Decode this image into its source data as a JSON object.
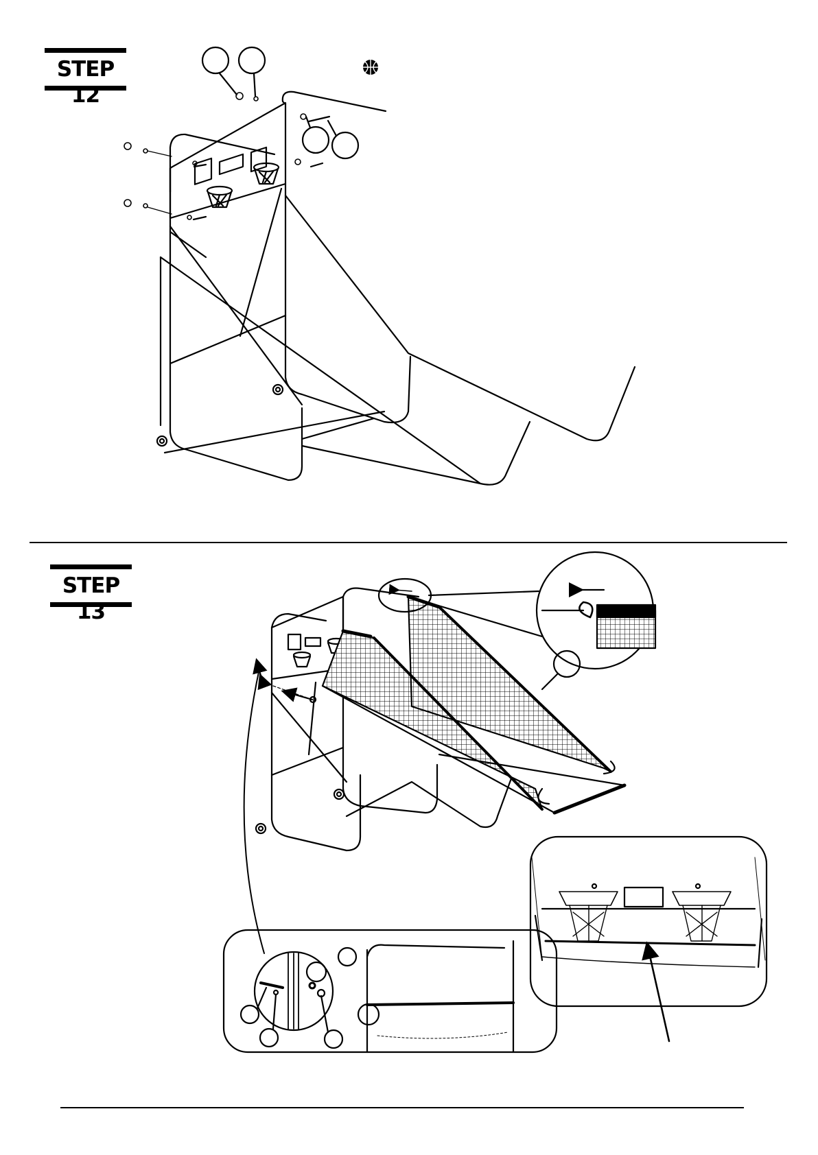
{
  "steps": [
    {
      "label": "STEP 12"
    },
    {
      "label": "STEP 13"
    }
  ],
  "icons": {
    "part_callout": "empty-circle-callout",
    "ball": "basketball-icon",
    "direction": "arrow-icon"
  },
  "colors": {
    "ink": "#000000",
    "paper": "#ffffff"
  }
}
